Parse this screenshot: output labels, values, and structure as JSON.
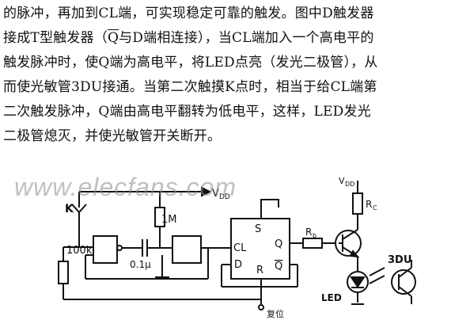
{
  "document": {
    "lines": [
      "的脉冲，再加到CL端，可实现稳定可靠的触发。图中D触发器",
      "接成T型触发器（",
      "触发脉冲时，使Q端为高电平，将LED点亮（发光二极管），从",
      "而使光敏管3DU接通。当第二次触摸K点时，相当于给CL端第",
      "二次触发脉冲，Q端由高电平翻转为低电平，这样，LED发光",
      "二极管熄灭，并使光敏管开关断开。"
    ],
    "line2": {
      "part1": "接成T型触发器（",
      "qbar": "Q",
      "part2": "与D端相连接），当CL端加入一个高电平的"
    }
  },
  "schematic": {
    "labels": {
      "k": "K",
      "vdd_left": "V",
      "vdd_left_sub": "DD",
      "r1": "1M",
      "r2": "100k",
      "cap": "0.1μ",
      "ff_s": "S",
      "ff_q": "Q",
      "ff_cl": "CL",
      "ff_d": "D",
      "ff_r": "R",
      "ff_qbar": "Q",
      "rb": "R",
      "rb_sub": "b",
      "vdd_right": "V",
      "vdd_right_sub": "DD",
      "rc": "R",
      "rc_sub": "C",
      "photo": "3DU",
      "led": "LED",
      "reset": "复位"
    }
  },
  "watermark": "www.elecfans.com"
}
